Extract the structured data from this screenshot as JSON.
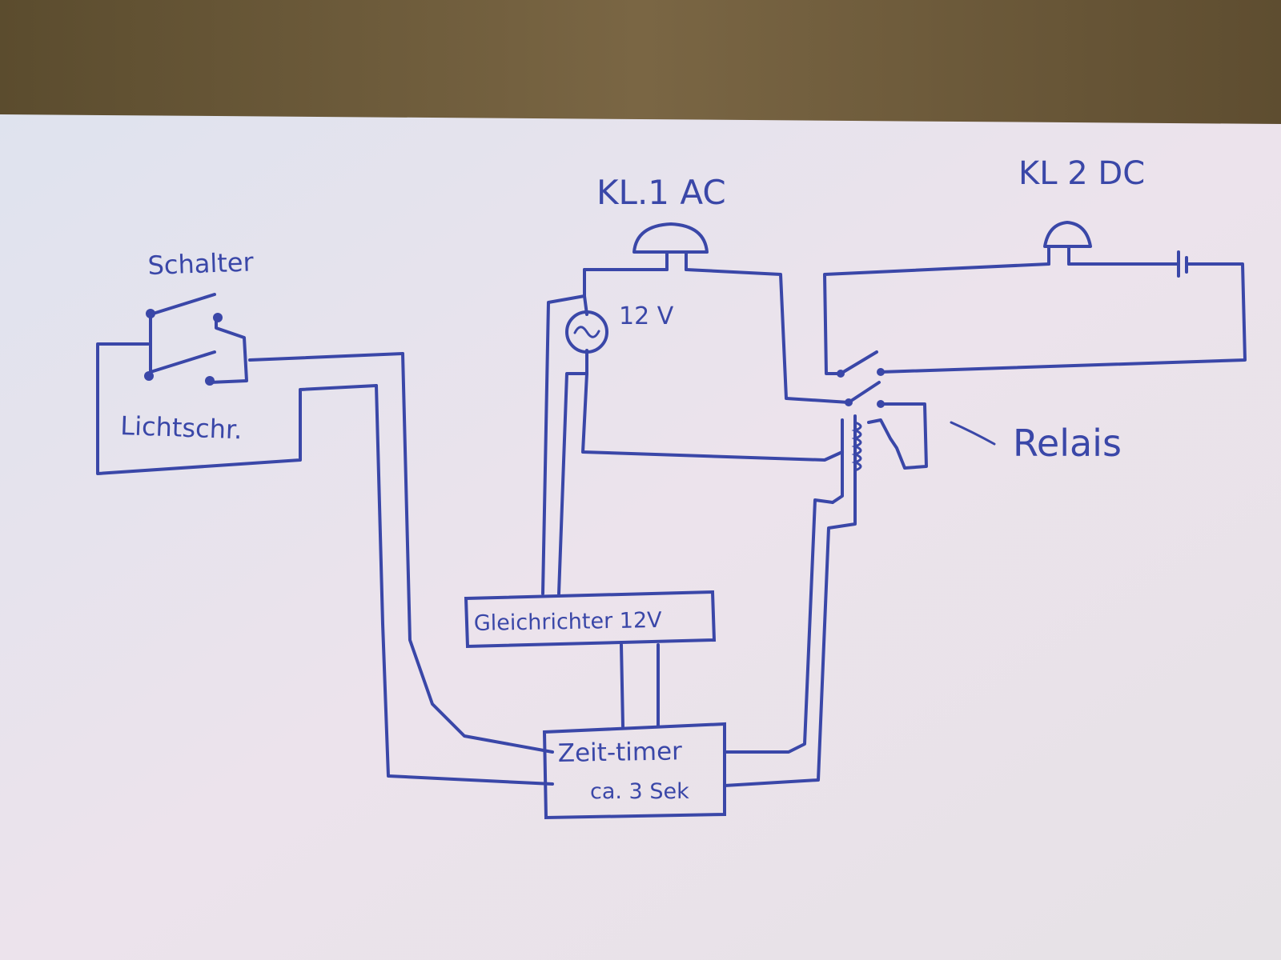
{
  "colors": {
    "ink": "#3a47a8",
    "paper": "#e9e4ef",
    "table": "#6b5a3a"
  },
  "labels": {
    "schalter": "Schalter",
    "lichtschranke": "Lichtschr.",
    "bell1": "KL.1 AC",
    "voltage": "12 V",
    "bell2": "KL 2 DC",
    "relais": "Relais",
    "rectifier": "Gleichrichter 12V",
    "timer_line1": "Zeit-timer",
    "timer_line2": "ca. 3 Sek"
  },
  "icons": {
    "bell1": "bell-icon",
    "bell2": "bell-icon",
    "ac_source": "ac-source-icon",
    "battery": "battery-icon",
    "relay_coil": "relay-coil-icon"
  }
}
